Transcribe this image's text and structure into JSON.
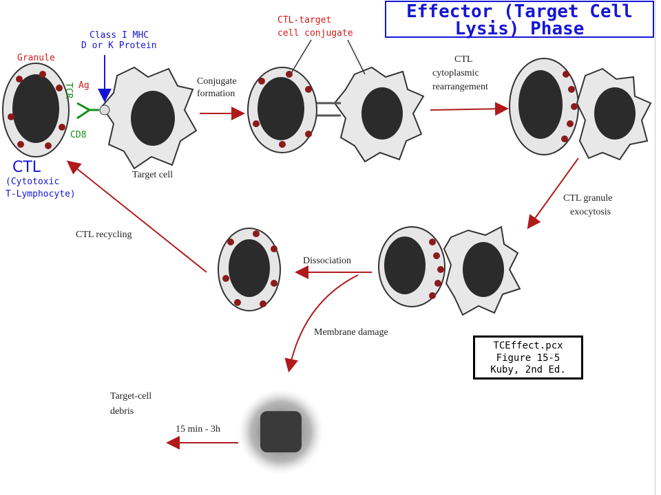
{
  "title": {
    "line1": "Effector (Target Cell",
    "line2": "Lysis) Phase"
  },
  "labels": {
    "granule": "Granule",
    "mhc_line1": "Class I MHC",
    "mhc_line2": "D or K Protein",
    "ag": "Ag",
    "tcr": "TCR",
    "cd8": "CD8",
    "ctl": "CTL",
    "ctl_full_1": "(Cytotoxic",
    "ctl_full_2": "T-Lymphocyte)",
    "target_cell": "Target cell",
    "conjugate_formation_1": "Conjugate",
    "conjugate_formation_2": "formation",
    "ctl_target_1": "CTL-target",
    "ctl_target_2": "cell conjugate",
    "rearrange_1": "CTL",
    "rearrange_2": "cytoplasmic",
    "rearrange_3": "rearrangement",
    "exocytosis_1": "CTL granule",
    "exocytosis_2": "exocytosis",
    "dissociation": "Dissociation",
    "recycling": "CTL recycling",
    "membrane_damage": "Membrane damage",
    "debris_1": "Target-cell",
    "debris_2": "debris",
    "time": "15 min - 3h"
  },
  "reference": {
    "line1": "TCEffect.pcx",
    "line2": "Figure 15-5",
    "line3": "Kuby, 2nd Ed."
  },
  "colors": {
    "blue": "#1515d6",
    "red": "#d41818",
    "green": "#149014",
    "arrow": "#b01a1a",
    "nucleus": "#2b2b2b",
    "granule": "#8b1a1a"
  }
}
